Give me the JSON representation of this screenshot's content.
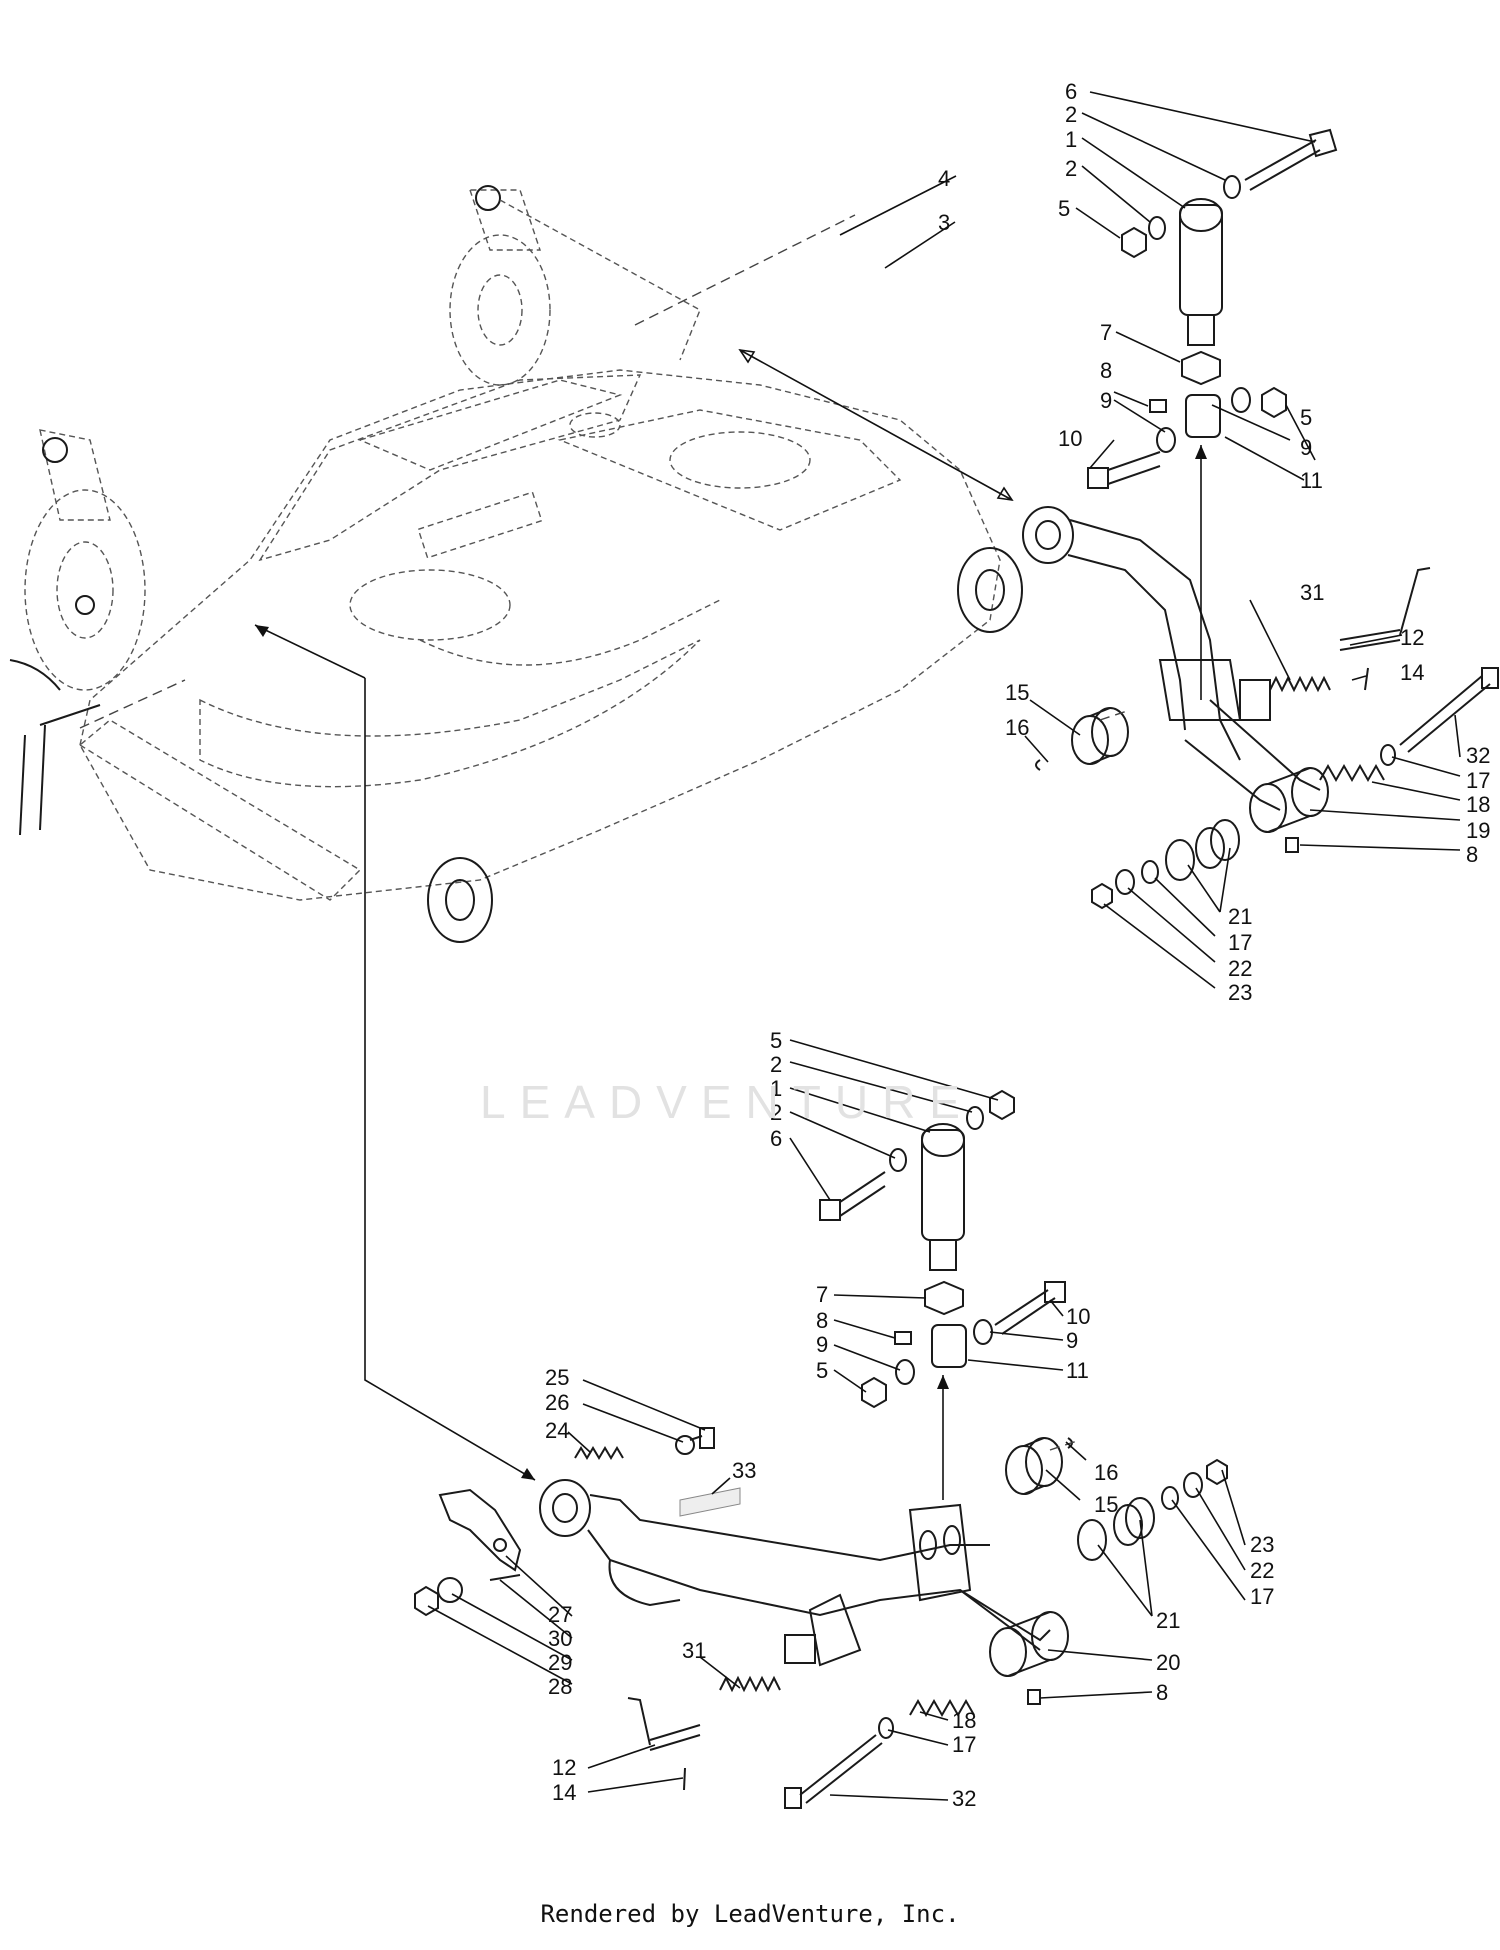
{
  "diagram": {
    "watermark": "LEADVENTURE",
    "footer": "Rendered by LeadVenture, Inc."
  },
  "callouts": {
    "a": [
      "6",
      "2",
      "1",
      "2",
      "5",
      "4",
      "3",
      "7",
      "8",
      "5",
      "9",
      "9",
      "10",
      "11",
      "31",
      "12",
      "14",
      "15",
      "16",
      "32",
      "17",
      "18",
      "19",
      "8",
      "21",
      "17",
      "22",
      "23"
    ],
    "b": [
      "5",
      "2",
      "1",
      "2",
      "6",
      "7",
      "10",
      "8",
      "9",
      "9",
      "5",
      "11",
      "25",
      "26",
      "24",
      "33",
      "16",
      "15",
      "23",
      "22",
      "17",
      "27",
      "30",
      "29",
      "28",
      "21",
      "20",
      "31",
      "8",
      "18",
      "12",
      "17",
      "14",
      "32"
    ]
  }
}
